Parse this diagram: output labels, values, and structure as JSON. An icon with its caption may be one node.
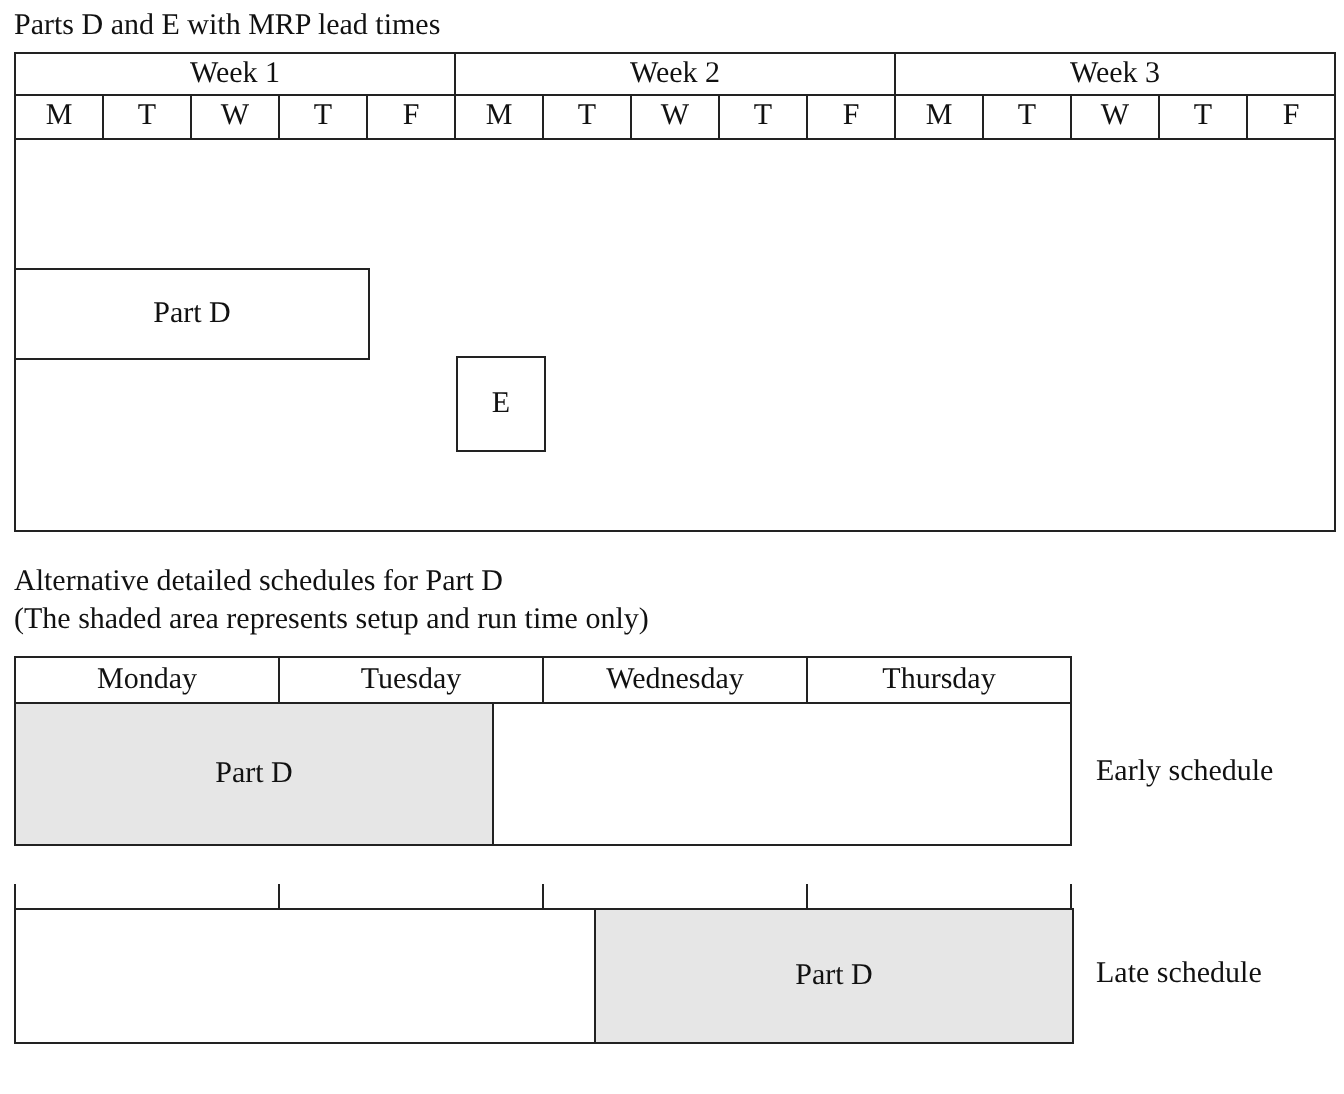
{
  "diagram": {
    "nodes": [
      {
        "text": [],
        "shape": "box"
      },
      {
        "text": [
          "Part D"
        ],
        "in": 0
      },
      {
        "text": [
          "E"
        ],
        "in": 0
      },
      {
        "text": [],
        "shape": "box",
        "beside": [
          "Early schedule"
        ]
      },
      {
        "text": [
          "Part D"
        ],
        "in": 3
      },
      {
        "text": [],
        "shape": "box",
        "beside": [
          "Late schedule"
        ]
      },
      {
        "text": [
          "Part D"
        ],
        "in": 5
      }
    ],
    "labels": [
      "Parts D and E with MRP lead times",
      "Week 1",
      "Week 2",
      "Week 3",
      "M",
      "T",
      "W",
      "T",
      "F",
      "M",
      "T",
      "W",
      "T",
      "F",
      "M",
      "T",
      "W",
      "T",
      "F",
      "Alternative detailed schedules for Part D",
      "(The shaded area represents setup and run time only)",
      "Monday",
      "Tuesday",
      "Wednesday",
      "Thursday"
    ]
  }
}
